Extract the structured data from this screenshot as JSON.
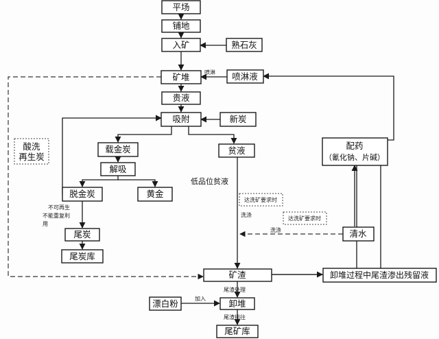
{
  "nodes": {
    "pingchang": "平场",
    "pudi": "铺地",
    "ruka": "入矿",
    "shushihui": "熟石灰",
    "kuangdui": "矿堆",
    "penlinye": "喷淋液",
    "guiye": "贵液",
    "xifu": "吸附",
    "xintan": "新炭",
    "zaijintan": "载金炭",
    "pinye": "贫液",
    "peiyao_line1": "配药",
    "peiyao_line2": "（氰化钠、片碱）",
    "jiexi": "解吸",
    "tuojintan": "脱金炭",
    "huangjin": "黄金",
    "weitan": "尾炭",
    "weitanku": "尾炭库",
    "qingshui": "清水",
    "kuangzha": "矿渣",
    "xiedui_process": "卸堆过程中尾渣渗出残留液",
    "piaobaifen": "漂白粉",
    "xiedui": "卸堆",
    "weikuangku": "尾矿库",
    "suanxi_line1": "酸洗",
    "suanxi_line2": "再生炭"
  },
  "notes": {
    "penlin": "喷淋",
    "dipinwei": "低品位贫液",
    "dabiao1": "达洗矿要求时",
    "xidi1": "洗涤",
    "dabiao2": "达洗矿要求时",
    "xidi2": "洗涤",
    "bukezai_1": "不可再生",
    "bukezai_2": "不能重复利",
    "bukezai_3": "用",
    "weizha_chuli": "尾渣处理",
    "jiaru": "加入",
    "weizha_paifang": "尾渣排往"
  }
}
